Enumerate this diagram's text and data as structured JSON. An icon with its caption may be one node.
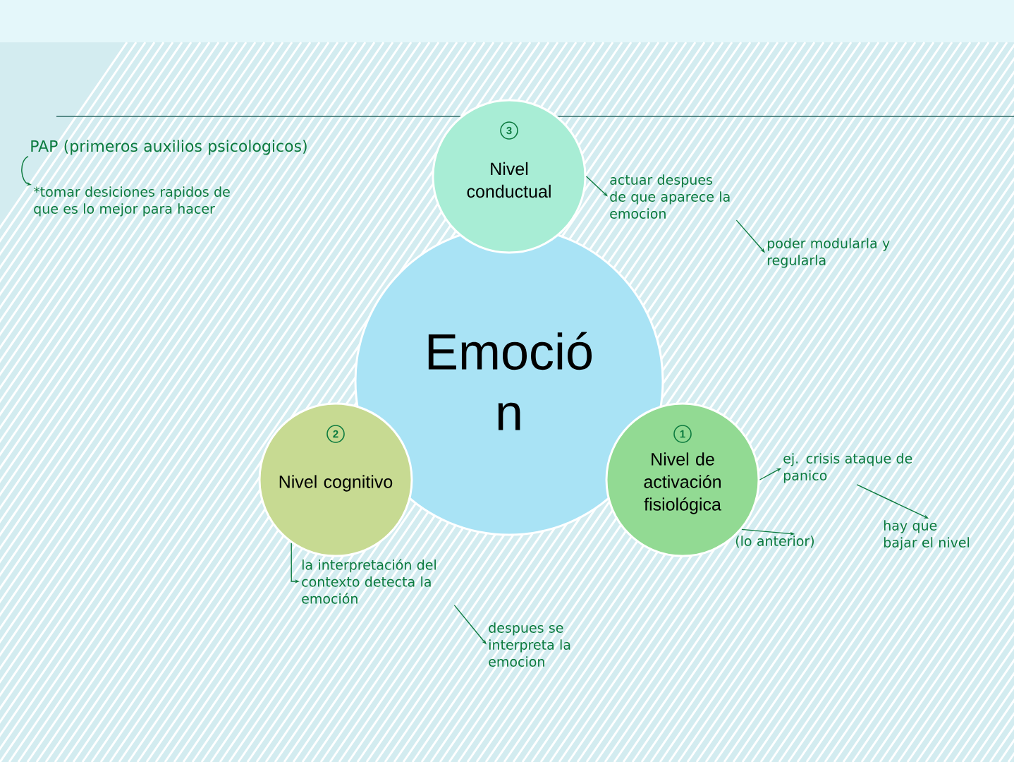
{
  "diagram": {
    "nodes": [
      {
        "text": [
          "Emoció n"
        ]
      },
      {
        "text": [
          "3",
          "Nivel conductual"
        ]
      },
      {
        "text": [
          "2",
          "Nivel cognitivo"
        ]
      },
      {
        "text": [
          "1",
          "Nivel de activación fisiológica"
        ]
      },
      {
        "text": [
          "PAP (primeros auxilios psicologicos)"
        ]
      },
      {
        "text": [
          "*tomar desiciones rapidos de que es lo mejor para hacer"
        ]
      },
      {
        "text": [
          "actuar despues de que aparece la emocion"
        ]
      },
      {
        "text": [
          "poder modularla y regularla"
        ]
      },
      {
        "text": [
          "ej. crisis ataque de panico"
        ]
      },
      {
        "text": [
          "hay que bajar el nivel"
        ]
      },
      {
        "text": [
          "(lo anterior)"
        ]
      },
      {
        "text": [
          "la interpretación del contexto detecta la emoción"
        ]
      },
      {
        "text": [
          "despues se interpreta la emocion"
        ]
      }
    ],
    "edges": [
      {
        "from": 4,
        "to": 5,
        "arrow": "to"
      },
      {
        "from": 1,
        "to": 6,
        "arrow": "to"
      },
      {
        "from": 6,
        "to": 7,
        "arrow": "to"
      },
      {
        "from": 3,
        "to": 8,
        "arrow": "to"
      },
      {
        "from": 8,
        "to": 9,
        "arrow": "to"
      },
      {
        "from": 3,
        "to": 10,
        "arrow": "to"
      },
      {
        "from": 2,
        "to": 11,
        "arrow": "to"
      },
      {
        "from": 11,
        "to": 12,
        "arrow": "to"
      }
    ]
  }
}
